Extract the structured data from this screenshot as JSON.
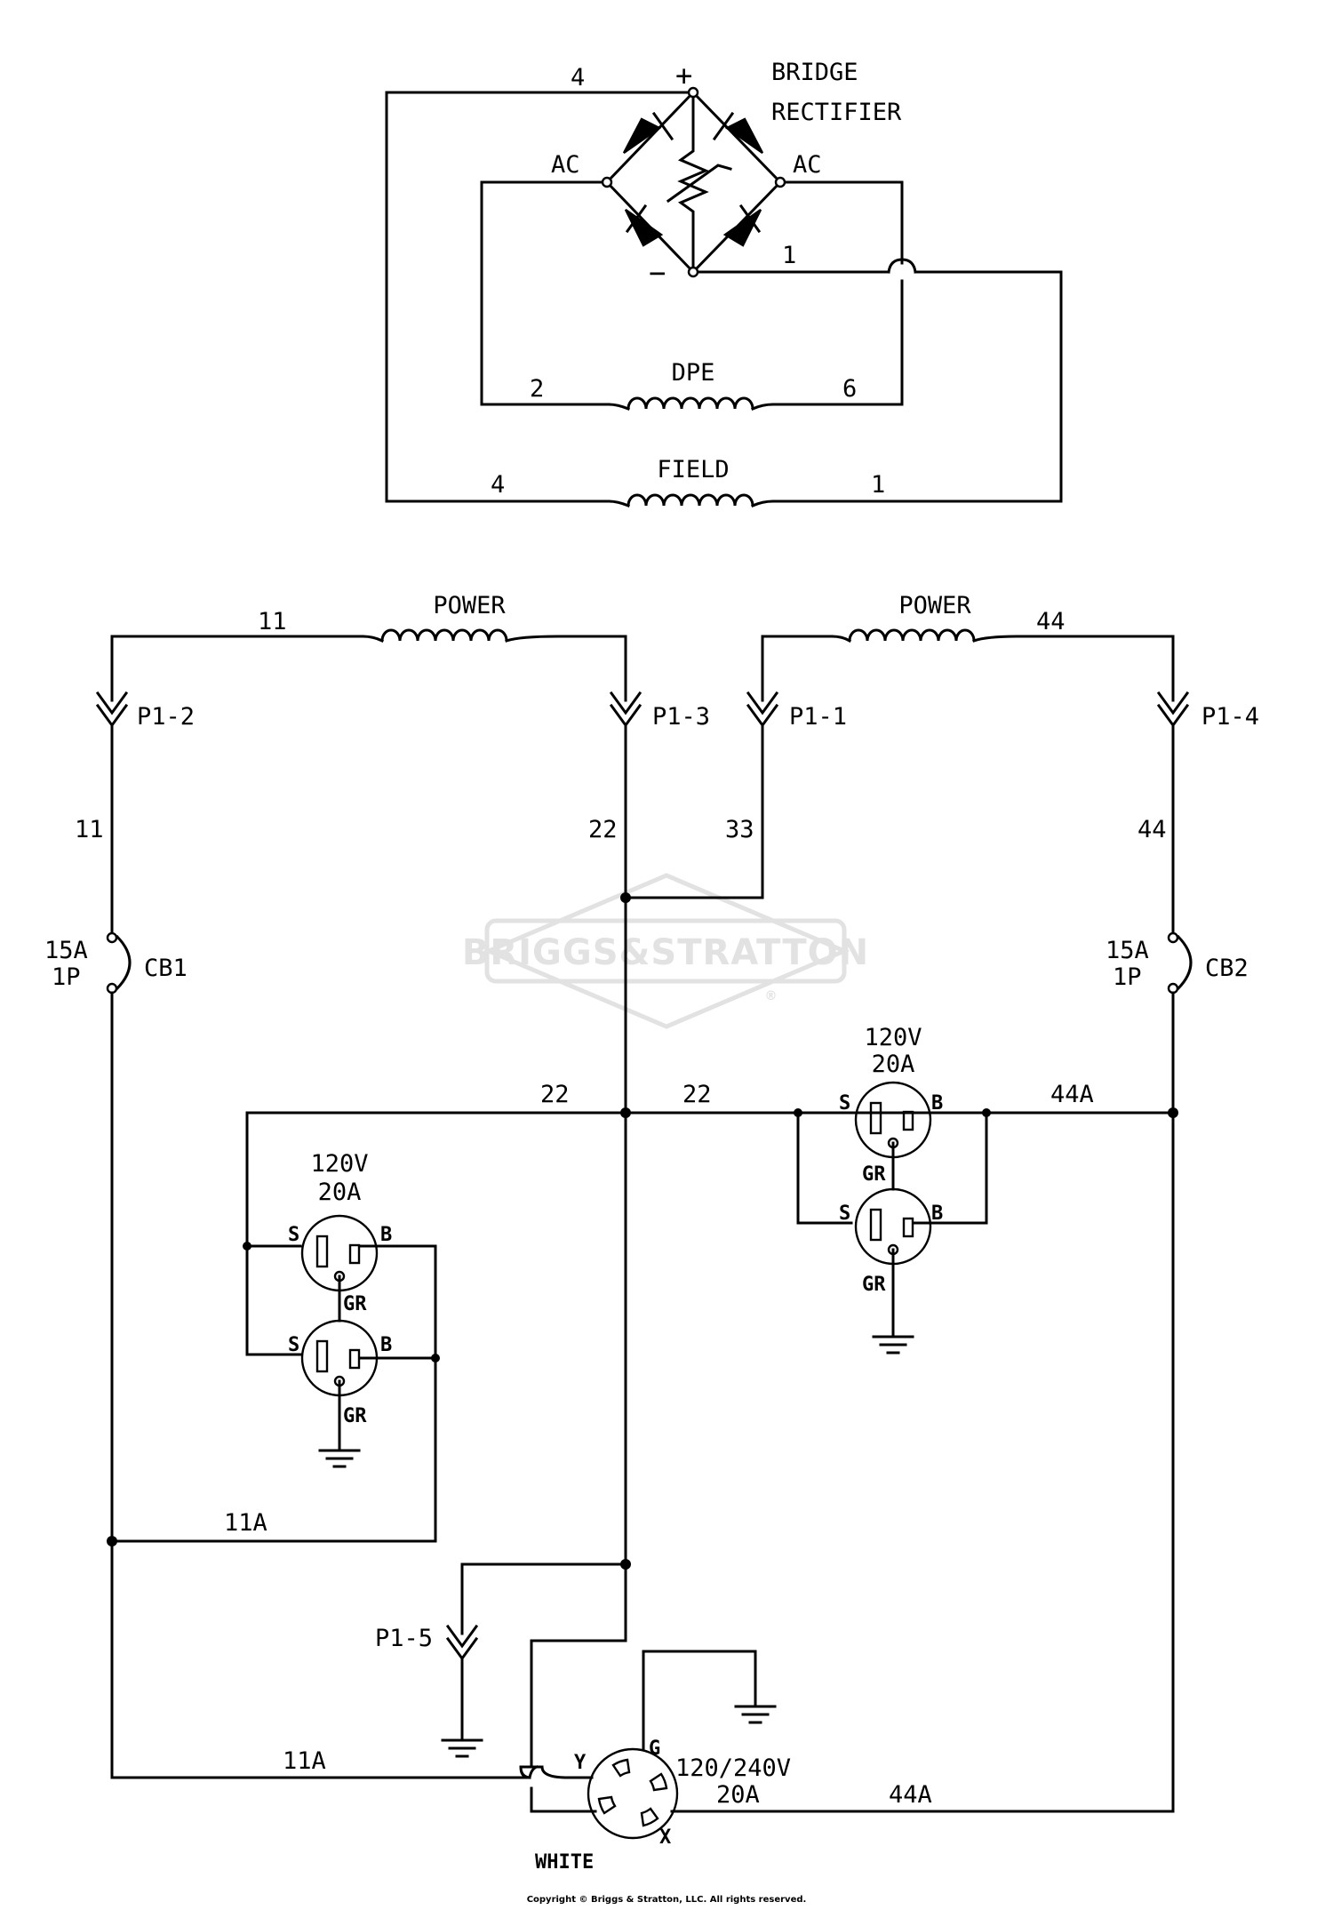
{
  "watermark": {
    "text": "BRIGGS&STRATTON",
    "registered": "®",
    "color": "#e2e2e2"
  },
  "rectifier": {
    "title_line1": "BRIDGE",
    "title_line2": "RECTIFIER",
    "plus": "+",
    "minus": "−",
    "ac_left": "AC",
    "ac_right": "AC"
  },
  "wires": {
    "w4_top": "4",
    "w1_top": "1",
    "w2": "2",
    "w6": "6",
    "w4_field": "4",
    "w1_field": "1",
    "w11_top": "11",
    "w44_top": "44",
    "w11_left": "11",
    "w22_mid": "22",
    "w33": "33",
    "w44_right": "44",
    "w22_left": "22",
    "w22_right": "22",
    "w44a_right": "44A",
    "w11a_mid": "11A",
    "w11a_bottom": "11A",
    "w44a_bottom": "44A"
  },
  "coils": {
    "dpe": "DPE",
    "field": "FIELD",
    "power_left": "POWER",
    "power_right": "POWER"
  },
  "plugs": {
    "p1_2": "P1-2",
    "p1_3": "P1-3",
    "p1_1": "P1-1",
    "p1_4": "P1-4",
    "p1_5": "P1-5"
  },
  "breakers": {
    "cb1_rating_line1": "15A",
    "cb1_rating_line2": "1P",
    "cb1_name": "CB1",
    "cb2_rating_line1": "15A",
    "cb2_rating_line2": "1P",
    "cb2_name": "CB2"
  },
  "receptacles": {
    "left_voltage": "120V",
    "left_amps": "20A",
    "right_voltage": "120V",
    "right_amps": "20A",
    "s": "S",
    "b": "B",
    "gr": "GR"
  },
  "twistlock": {
    "voltage": "120/240V",
    "amps": "20A",
    "y": "Y",
    "g": "G",
    "x": "X",
    "white": "WHITE"
  },
  "footer": {
    "copyright": "Copyright © Briggs & Stratton, LLC. All rights reserved."
  }
}
